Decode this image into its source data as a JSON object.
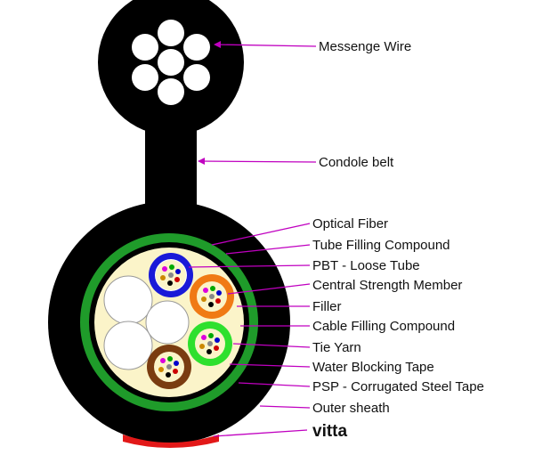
{
  "colors": {
    "sheath": "#000000",
    "leader": "#c000c0",
    "tape_green": "#1f9b2a",
    "filling": "#fbf4c9",
    "filler": "#ffffff",
    "vitta": "#e21818",
    "tube_blue": "#1a1ad8",
    "tube_orange": "#f07a14",
    "tube_green": "#2ee02e",
    "tube_brown": "#7a3c10"
  },
  "labels": {
    "messenger_wire": "Messenge Wire",
    "condole_belt": "Condole belt",
    "optical_fiber": "Optical Fiber",
    "tube_filling_compound": "Tube Filling Compound",
    "pbt_loose_tube": "PBT - Loose Tube",
    "central_strength_member": "Central Strength Member",
    "filler": "Filler",
    "cable_filling_compound": "Cable Filling Compound",
    "tie_yarn": "Tie Yarn",
    "water_blocking_tape": "Water Blocking Tape",
    "psp_tape": "PSP - Corrugated Steel Tape",
    "outer_sheath": "Outer sheath",
    "vitta": "vitta"
  }
}
